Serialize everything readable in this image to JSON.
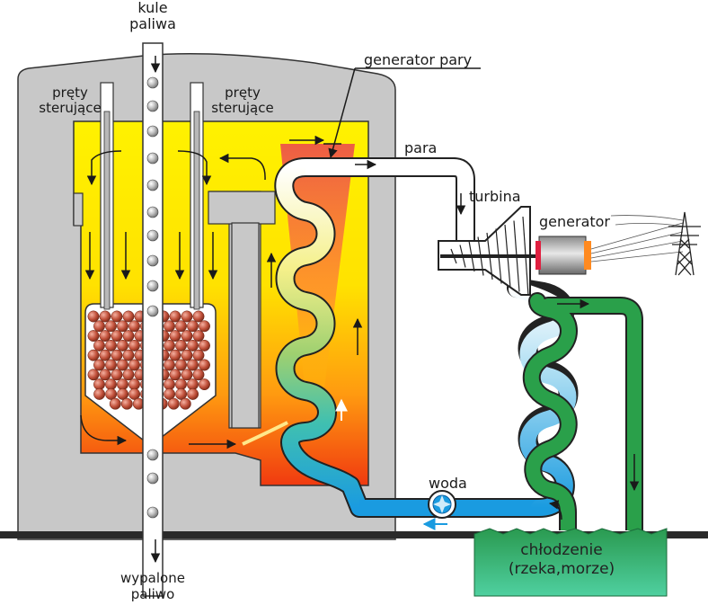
{
  "labels": {
    "fuel_in_1": "kule",
    "fuel_in_2": "paliwa",
    "rods_left_1": "pręty",
    "rods_left_2": "sterujące",
    "rods_right_1": "pręty",
    "rods_right_2": "sterujące",
    "steam_generator": "generator pary",
    "steam": "para",
    "turbine": "turbina",
    "generator": "generator",
    "water": "woda",
    "cooling_1": "chłodzenie",
    "cooling_2": "(rzeka,morze)",
    "fuel_out_1": "wypalone",
    "fuel_out_2": "paliwo"
  },
  "colors": {
    "building": "#c8c8c8",
    "hot_top": "#fff200",
    "hot_bottom": "#f04a10",
    "steam_pipe": "#ffffff",
    "water_pipe": "#1a9be0",
    "cooling_pipe": "#2aa04a",
    "cooling_pool": "#3cbf7a"
  },
  "icons": {
    "pump": "pump-icon",
    "pylon": "power-pylon-icon"
  }
}
